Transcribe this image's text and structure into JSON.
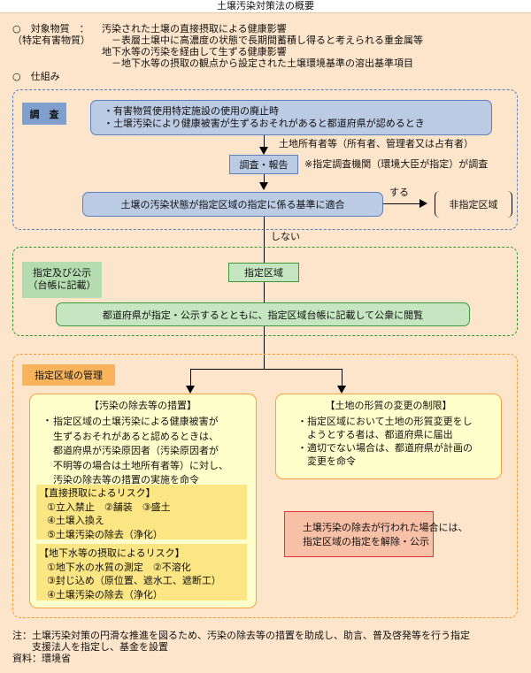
{
  "title": "土壌汚染対策法の概要",
  "intro": {
    "bullet1": "○　対象物質　：",
    "bullet1_sub": "（特定有害物質）",
    "line1": "汚染された土壌の直接摂取による健康影響",
    "line2": "－表層土壌中に高濃度の状態で長期間蓄積し得ると考えられる重金属等",
    "line3": "地下水等の汚染を経由して生ずる健康影響",
    "line4": "－地下水等の摂取の観点から設定された土壌環境基準の溶出基準項目",
    "bullet2": "○　仕組み"
  },
  "survey": {
    "label": "調　査",
    "triggers": [
      "・有害物質使用特定施設の使用の廃止時",
      "・土壌汚染により健康被害が生ずるおそれがあると都道府県が認めるとき"
    ],
    "actor": "土地所有者等（所有者、管理者又は占有者）",
    "report": "調査・報告",
    "note": "※指定調査機関（環境大臣が指定）が調査",
    "criterion": "土壌の汚染状態が指定区域の指定に係る基準に適合",
    "yes_label": "する",
    "non_designated": "非指定区域",
    "no_label": "しない"
  },
  "designation": {
    "label_line1": "指定及び公示",
    "label_line2": "（台帳に記載）",
    "zone": "指定区域",
    "action": "都道府県が指定・公示するとともに、指定区域台帳に記載して公衆に閲覧"
  },
  "management": {
    "label": "指定区域の管理",
    "removal": {
      "title": "【汚染の除去等の措置】",
      "bullet": "・",
      "lines": [
        "指定区域の土壌汚染による健康被害が",
        "生ずるおそれがあると認めるときは、",
        "都道府県が汚染原因者（汚染原因者が",
        "不明等の場合は土地所有者等）に対し、",
        "汚染の除去等の措置の実施を命令"
      ],
      "direct_risk": {
        "title": "【直接摂取によるリスク】",
        "items": [
          "①立入禁止　②舗装　③盛土",
          "④土壌入換え",
          "⑤土壌汚染の除去（浄化）"
        ]
      },
      "groundwater_risk": {
        "title": "【地下水等の摂取によるリスク】",
        "items": [
          "①地下水の水質の測定　②不溶化",
          "③封じ込め（原位置、遮水工、遮断工）",
          "④土壌汚染の除去（浄化）"
        ]
      }
    },
    "restriction": {
      "title": "【土地の形質の変更の制限】",
      "lines": [
        "・指定区域において土地の形質変更をし",
        "　ようとする者は、都道府県に届出",
        "・適切でない場合は、都道府県が計画の",
        "　変更を命令"
      ]
    },
    "release": [
      "土壌汚染の除去が行われた場合には、",
      "指定区域の指定を解除・公示"
    ]
  },
  "footer": {
    "note_line1": "注：土壌汚染対策の円滑な推進を図るため、汚染の除去等の措置を助成し、助言、普及啓発等を行う指定",
    "note_line2": "　　支援法人を指定し、基金を設置",
    "source": "資料：環境省"
  },
  "colors": {
    "background": "#fde5cb",
    "survey_fill": "#bccbe4",
    "survey_label": "#7f9fcc",
    "designation_fill": "#c5e6c0",
    "management_label": "#f9b35a",
    "measure_fill": "#ffffcc",
    "risk_fill": "#fce683",
    "release_fill": "#f9c0a8"
  }
}
